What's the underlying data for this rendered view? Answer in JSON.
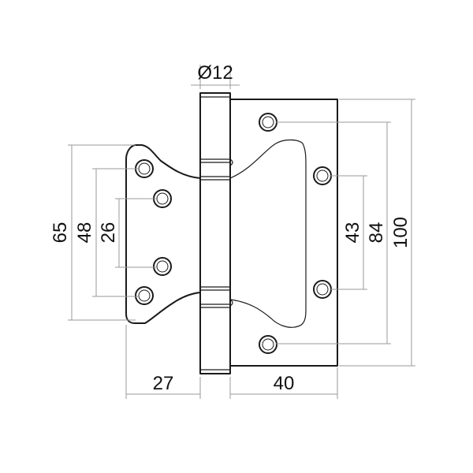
{
  "dimensions": {
    "pin_diameter": "Ø12",
    "left_leaf_width": "27",
    "right_leaf_width": "40",
    "left_outer_holes": "65",
    "left_middle_holes": "48",
    "left_inner_holes": "26",
    "right_inner_holes": "43",
    "right_outer_holes": "84",
    "overall_height": "100"
  }
}
